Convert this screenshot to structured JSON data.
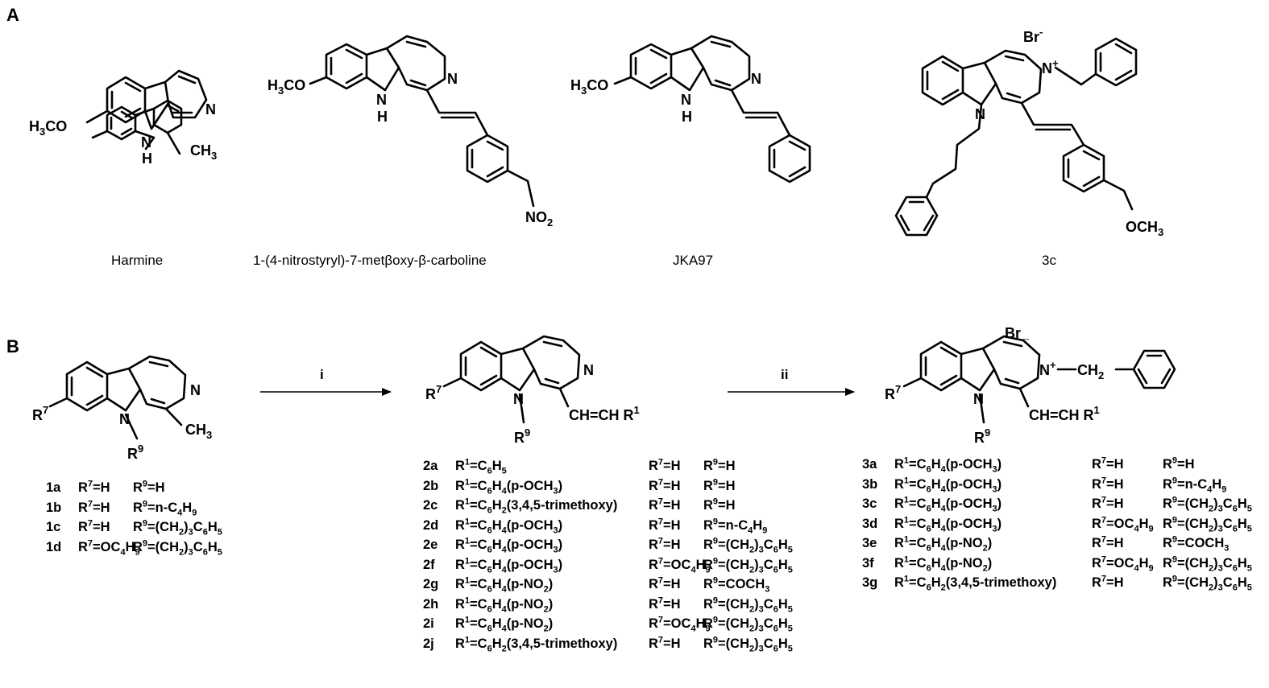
{
  "panels": {
    "a": "A",
    "b": "B"
  },
  "compounds": {
    "harmine": "Harmine",
    "nitro": "1-(4-nitrostyryl)-7-metβoxy-β-carboline",
    "jka97": "JKA97",
    "c3c": "3c"
  },
  "reagents": {
    "step1": "i",
    "step2": "ii"
  },
  "series1": [
    {
      "id": "1a",
      "r1": "",
      "r7": "R<sup>7</sup>=H",
      "r9": "R<sup>9</sup>=H"
    },
    {
      "id": "1b",
      "r1": "",
      "r7": "R<sup>7</sup>=H",
      "r9": "R<sup>9</sup>=n-C<sub>4</sub>H<sub>9</sub>"
    },
    {
      "id": "1c",
      "r1": "",
      "r7": "R<sup>7</sup>=H",
      "r9": "R<sup>9</sup>=(CH<sub>2</sub>)<sub>3</sub>C<sub>6</sub>H<sub>5</sub>"
    },
    {
      "id": "1d",
      "r1": "",
      "r7": "R<sup>7</sup>=OC<sub>4</sub>H<sub>9</sub>",
      "r9": "R<sup>9</sup>=(CH<sub>2</sub>)<sub>3</sub>C<sub>6</sub>H<sub>5</sub>"
    }
  ],
  "series2": [
    {
      "id": "2a",
      "r1": "R<sup>1</sup>=C<sub>6</sub>H<sub>5</sub>",
      "r7": "R<sup>7</sup>=H",
      "r9": "R<sup>9</sup>=H"
    },
    {
      "id": "2b",
      "r1": "R<sup>1</sup>=C<sub>6</sub>H<sub>4</sub>(p-OCH<sub>3</sub>)",
      "r7": "R<sup>7</sup>=H",
      "r9": "R<sup>9</sup>=H"
    },
    {
      "id": "2c",
      "r1": "R<sup>1</sup>=C<sub>6</sub>H<sub>2</sub>(3,4,5-trimethoxy)",
      "r7": "R<sup>7</sup>=H",
      "r9": "R<sup>9</sup>=H"
    },
    {
      "id": "2d",
      "r1": "R<sup>1</sup>=C<sub>6</sub>H<sub>4</sub>(p-OCH<sub>3</sub>)",
      "r7": "R<sup>7</sup>=H",
      "r9": "R<sup>9</sup>=n-C<sub>4</sub>H<sub>9</sub>"
    },
    {
      "id": "2e",
      "r1": "R<sup>1</sup>=C<sub>6</sub>H<sub>4</sub>(p-OCH<sub>3</sub>)",
      "r7": "R<sup>7</sup>=H",
      "r9": "R<sup>9</sup>=(CH<sub>2</sub>)<sub>3</sub>C<sub>6</sub>H<sub>5</sub>"
    },
    {
      "id": "2f",
      "r1": "R<sup>1</sup>=C<sub>6</sub>H<sub>4</sub>(p-OCH<sub>3</sub>)",
      "r7": "R<sup>7</sup>=OC<sub>4</sub>H<sub>9</sub>",
      "r9": "R<sup>9</sup>=(CH<sub>2</sub>)<sub>3</sub>C<sub>6</sub>H<sub>5</sub>"
    },
    {
      "id": "2g",
      "r1": "R<sup>1</sup>=C<sub>6</sub>H<sub>4</sub>(p-NO<sub>2</sub>)",
      "r7": "R<sup>7</sup>=H",
      "r9": "R<sup>9</sup>=COCH<sub>3</sub>"
    },
    {
      "id": "2h",
      "r1": "R<sup>1</sup>=C<sub>6</sub>H<sub>4</sub>(p-NO<sub>2</sub>)",
      "r7": "R<sup>7</sup>=H",
      "r9": "R<sup>9</sup>=(CH<sub>2</sub>)<sub>3</sub>C<sub>6</sub>H<sub>5</sub>"
    },
    {
      "id": "2i",
      "r1": "R<sup>1</sup>=C<sub>6</sub>H<sub>4</sub>(p-NO<sub>2</sub>)",
      "r7": "R<sup>7</sup>=OC<sub>4</sub>H<sub>9</sub>",
      "r9": "R<sup>9</sup>=(CH<sub>2</sub>)<sub>3</sub>C<sub>6</sub>H<sub>5</sub>"
    },
    {
      "id": "2j",
      "r1": "R<sup>1</sup>=C<sub>6</sub>H<sub>2</sub>(3,4,5-trimethoxy)",
      "r7": "R<sup>7</sup>=H",
      "r9": "R<sup>9</sup>=(CH<sub>2</sub>)<sub>3</sub>C<sub>6</sub>H<sub>5</sub>"
    }
  ],
  "series3": [
    {
      "id": "3a",
      "r1": "R<sup>1</sup>=C<sub>6</sub>H<sub>4</sub>(p-OCH<sub>3</sub>)",
      "r7": "R<sup>7</sup>=H",
      "r9": "R<sup>9</sup>=H"
    },
    {
      "id": "3b",
      "r1": "R<sup>1</sup>=C<sub>6</sub>H<sub>4</sub>(p-OCH<sub>3</sub>)",
      "r7": "R<sup>7</sup>=H",
      "r9": "R<sup>9</sup>=n-C<sub>4</sub>H<sub>9</sub>"
    },
    {
      "id": "3c",
      "r1": "R<sup>1</sup>=C<sub>6</sub>H<sub>4</sub>(p-OCH<sub>3</sub>)",
      "r7": "R<sup>7</sup>=H",
      "r9": "R<sup>9</sup>=(CH<sub>2</sub>)<sub>3</sub>C<sub>6</sub>H<sub>5</sub>"
    },
    {
      "id": "3d",
      "r1": "R<sup>1</sup>=C<sub>6</sub>H<sub>4</sub>(p-OCH<sub>3</sub>)",
      "r7": "R<sup>7</sup>=OC<sub>4</sub>H<sub>9</sub>",
      "r9": "R<sup>9</sup>=(CH<sub>2</sub>)<sub>3</sub>C<sub>6</sub>H<sub>5</sub>"
    },
    {
      "id": "3e",
      "r1": "R<sup>1</sup>=C<sub>6</sub>H<sub>4</sub>(p-NO<sub>2</sub>)",
      "r7": "R<sup>7</sup>=H",
      "r9": "R<sup>9</sup>=COCH<sub>3</sub>"
    },
    {
      "id": "3f",
      "r1": "R<sup>1</sup>=C<sub>6</sub>H<sub>4</sub>(p-NO<sub>2</sub>)",
      "r7": "R<sup>7</sup>=OC<sub>4</sub>H<sub>9</sub>",
      "r9": "R<sup>9</sup>=(CH<sub>2</sub>)<sub>3</sub>C<sub>6</sub>H<sub>5</sub>"
    },
    {
      "id": "3g",
      "r1": "R<sup>1</sup>=C<sub>6</sub>H<sub>2</sub>(3,4,5-trimethoxy)",
      "r7": "R<sup>7</sup>=H",
      "r9": "R<sup>9</sup>=(CH<sub>2</sub>)<sub>3</sub>C<sub>6</sub>H<sub>5</sub>"
    }
  ]
}
